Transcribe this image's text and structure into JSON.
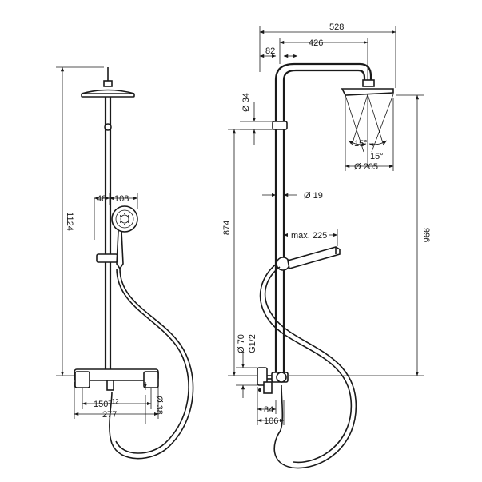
{
  "dimensions": {
    "left": {
      "height_total": "1124",
      "handshower_offset": "48",
      "handshower_width": "108",
      "centre_spacing": "150",
      "centre_spacing_tolerance": "±12",
      "width_total": "277",
      "mixer_diameter": "Ø 38"
    },
    "right": {
      "arm_total": "528",
      "arm_reach": "426",
      "arm_offset": "82",
      "bracket_diameter": "Ø 34",
      "rail_diameter": "Ø 19",
      "rail_height": "874",
      "max_reach": "max. 225",
      "head_height": "996",
      "angle_left": "15°",
      "angle_right": "15°",
      "head_diameter": "Ø 205",
      "flange_diameter": "Ø 70",
      "thread": "G1/2",
      "inlet_depth_a": "84",
      "inlet_depth_b": "106"
    }
  }
}
